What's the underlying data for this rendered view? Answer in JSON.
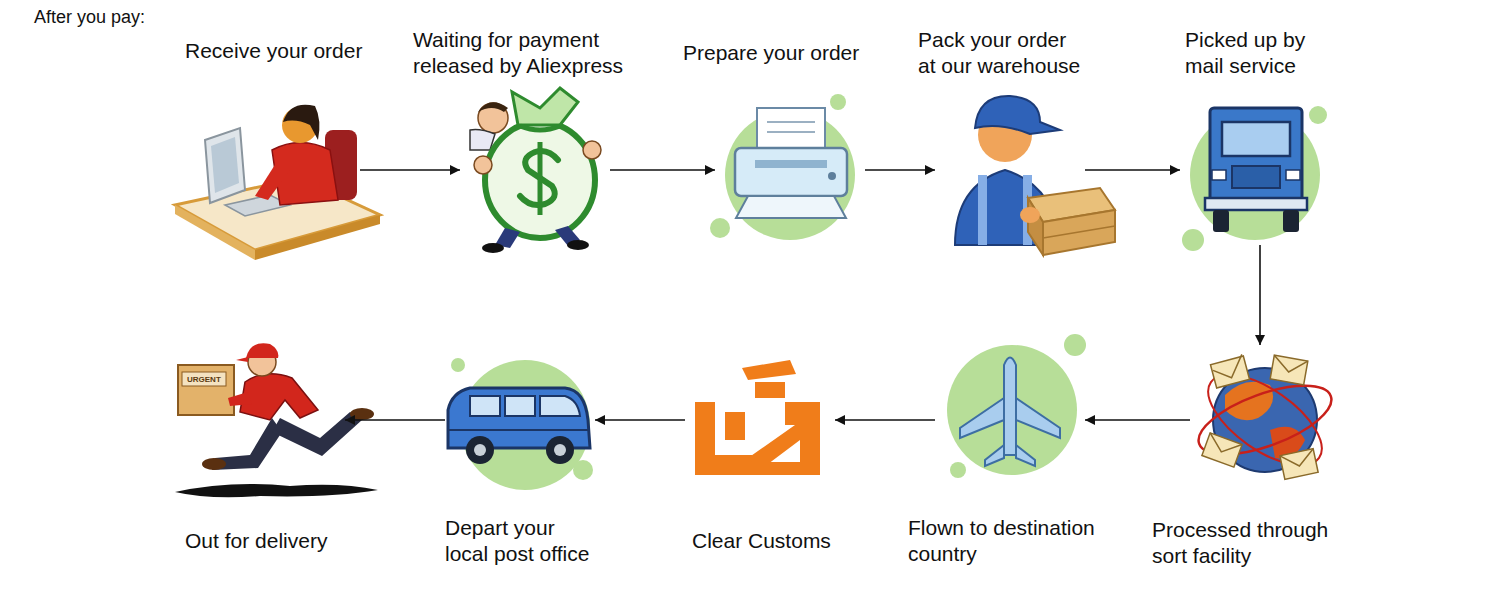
{
  "diagram": {
    "title": "After you pay:",
    "nodes": [
      {
        "text": [
          "Receive your order"
        ]
      },
      {
        "text": [
          "Waiting for payment released by Aliexpress"
        ]
      },
      {
        "text": [
          "Prepare your order"
        ]
      },
      {
        "text": [
          "Pack your order at our warehouse"
        ]
      },
      {
        "text": [
          "Picked up by mail service"
        ]
      },
      {
        "text": [
          "Processed through sort facility"
        ]
      },
      {
        "text": [
          "Flown to destination country"
        ]
      },
      {
        "text": [
          "Clear Customs"
        ]
      },
      {
        "text": [
          "Depart your local post office"
        ]
      },
      {
        "text": [
          "Out for delivery"
        ]
      }
    ],
    "edges": [
      {
        "from": 0,
        "to": 1,
        "arrow": "to"
      },
      {
        "from": 1,
        "to": 2,
        "arrow": "to"
      },
      {
        "from": 2,
        "to": 3,
        "arrow": "to"
      },
      {
        "from": 3,
        "to": 4,
        "arrow": "to"
      },
      {
        "from": 4,
        "to": 5,
        "arrow": "to"
      },
      {
        "from": 5,
        "to": 6,
        "arrow": "to"
      },
      {
        "from": 6,
        "to": 7,
        "arrow": "to"
      },
      {
        "from": 7,
        "to": 8,
        "arrow": "to"
      },
      {
        "from": 8,
        "to": 9,
        "arrow": "to"
      }
    ],
    "labels": [
      "URGENT"
    ]
  }
}
